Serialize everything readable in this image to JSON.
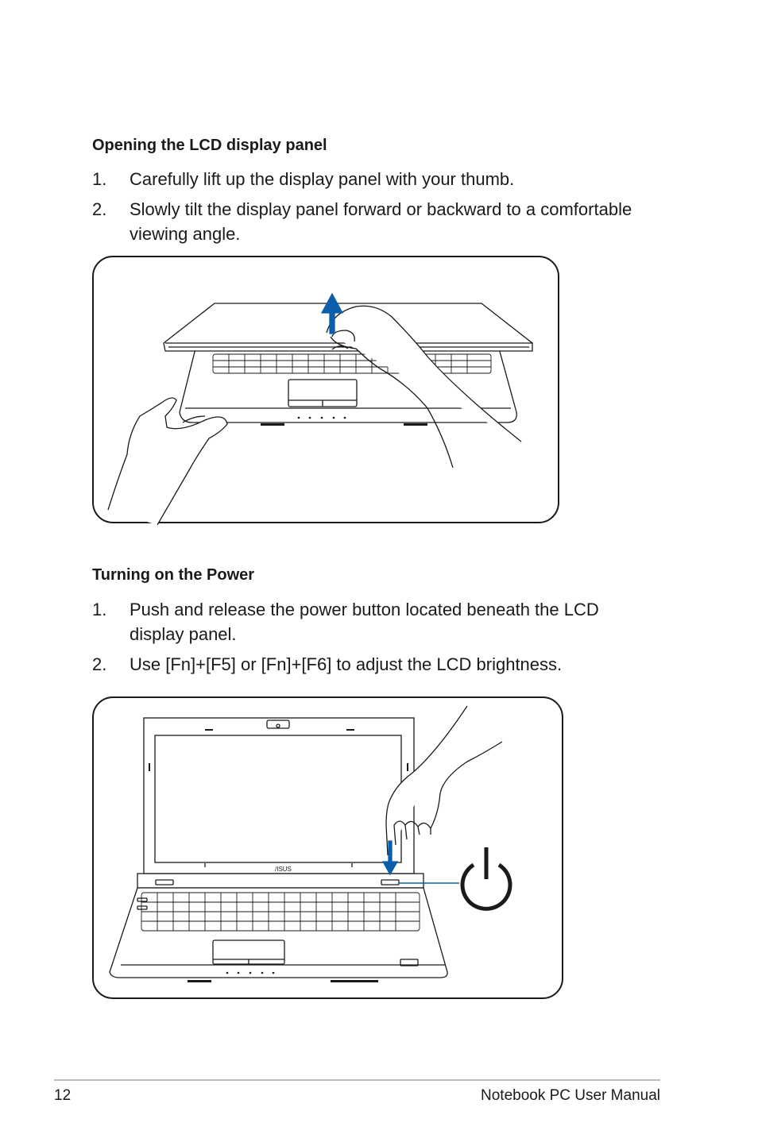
{
  "section1": {
    "heading": "Opening the LCD display panel",
    "steps": [
      {
        "num": "1.",
        "text": "Carefully lift up the display panel with your thumb."
      },
      {
        "num": "2.",
        "text": "Slowly tilt the display panel forward or backward to a comfortable viewing angle."
      }
    ]
  },
  "section2": {
    "heading": "Turning on the Power",
    "steps": [
      {
        "num": "1.",
        "text": "Push and release the power button located beneath the LCD display panel."
      },
      {
        "num": "2.",
        "text": "Use [Fn]+[F5] or [Fn]+[F6] to adjust the LCD brightness."
      }
    ]
  },
  "figure2": {
    "logo": "/ISUS"
  },
  "footer": {
    "page_number": "12",
    "manual_title": "Notebook PC User Manual"
  },
  "colors": {
    "arrow": "#0a5eab",
    "line": "#1a1a1a"
  }
}
